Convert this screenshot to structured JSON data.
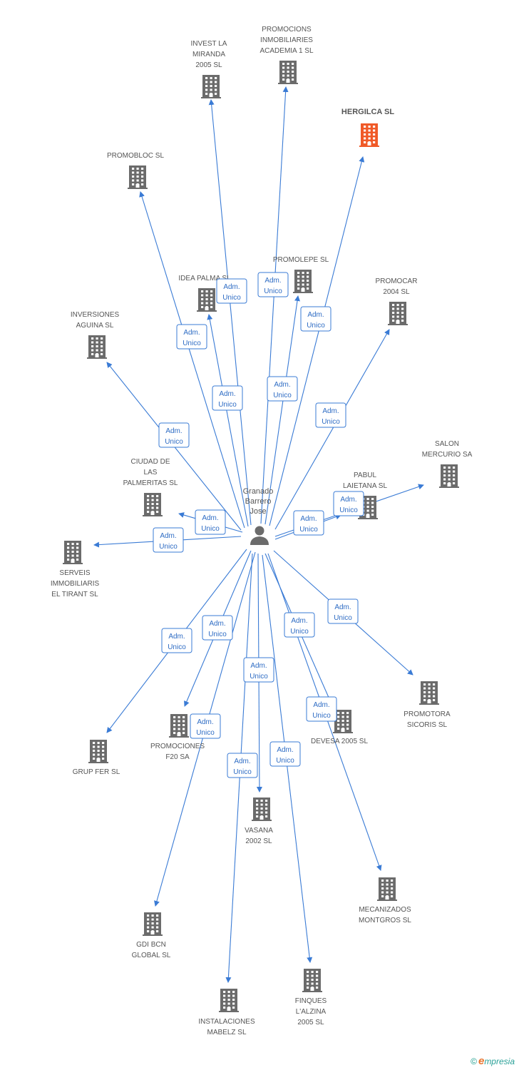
{
  "center": {
    "lines": [
      "Granado",
      "Barrero",
      "Jose"
    ]
  },
  "relation": {
    "line1": "Adm.",
    "line2": "Unico"
  },
  "colors": {
    "edge": "#3a7bd5",
    "building": "#6b6b6b",
    "highlight": "#f05a28"
  },
  "companies": [
    {
      "id": "invest",
      "lines": [
        "INVEST LA",
        "MIRANDA",
        "2005 SL"
      ],
      "highlight": false
    },
    {
      "id": "academia",
      "lines": [
        "PROMOCIONS",
        "INMOBILIARIES",
        "ACADEMIA 1 SL"
      ],
      "highlight": false
    },
    {
      "id": "hergilca",
      "lines": [
        "HERGILCA SL"
      ],
      "highlight": true
    },
    {
      "id": "promobloc",
      "lines": [
        "PROMOBLOC SL"
      ],
      "highlight": false
    },
    {
      "id": "ideapalma",
      "lines": [
        "IDEA PALMA SL"
      ],
      "highlight": false
    },
    {
      "id": "promolepe",
      "lines": [
        "PROMOLEPE SL"
      ],
      "highlight": false
    },
    {
      "id": "promocar",
      "lines": [
        "PROMOCAR",
        "2004 SL"
      ],
      "highlight": false
    },
    {
      "id": "aguina",
      "lines": [
        "INVERSIONES",
        "AGUINA SL"
      ],
      "highlight": false
    },
    {
      "id": "salon",
      "lines": [
        "SALON",
        "MERCURIO SA"
      ],
      "highlight": false
    },
    {
      "id": "palmeritas",
      "lines": [
        "CIUDAD DE",
        "LAS",
        "PALMERITAS SL"
      ],
      "highlight": false
    },
    {
      "id": "pabul",
      "lines": [
        "PABUL",
        "LAIETANA SL"
      ],
      "highlight": false
    },
    {
      "id": "serveis",
      "lines": [
        "SERVEIS",
        "IMMOBILIARIS",
        "EL TIRANT SL"
      ],
      "highlight": false
    },
    {
      "id": "promotora",
      "lines": [
        "PROMOTORA",
        "SICORIS SL"
      ],
      "highlight": false
    },
    {
      "id": "devesa",
      "lines": [
        "DEVESA 2005 SL"
      ],
      "highlight": false
    },
    {
      "id": "f20",
      "lines": [
        "PROMOCIONES",
        "F20 SA"
      ],
      "highlight": false
    },
    {
      "id": "grupfer",
      "lines": [
        "GRUP FER SL"
      ],
      "highlight": false
    },
    {
      "id": "vasana",
      "lines": [
        "VASANA",
        "2002 SL"
      ],
      "highlight": false
    },
    {
      "id": "mecanizados",
      "lines": [
        "MECANIZADOS",
        "MONTGROS SL"
      ],
      "highlight": false
    },
    {
      "id": "gdi",
      "lines": [
        "GDI BCN",
        "GLOBAL SL"
      ],
      "highlight": false
    },
    {
      "id": "finques",
      "lines": [
        "FINQUES",
        "L'ALZINA",
        "2005 SL"
      ],
      "highlight": false
    },
    {
      "id": "mabelz",
      "lines": [
        "INSTALACIONES",
        "MABELZ SL"
      ],
      "highlight": false
    }
  ],
  "footer": {
    "copyright": "©",
    "brand_initial": "e",
    "brand_rest": "mpresia"
  }
}
